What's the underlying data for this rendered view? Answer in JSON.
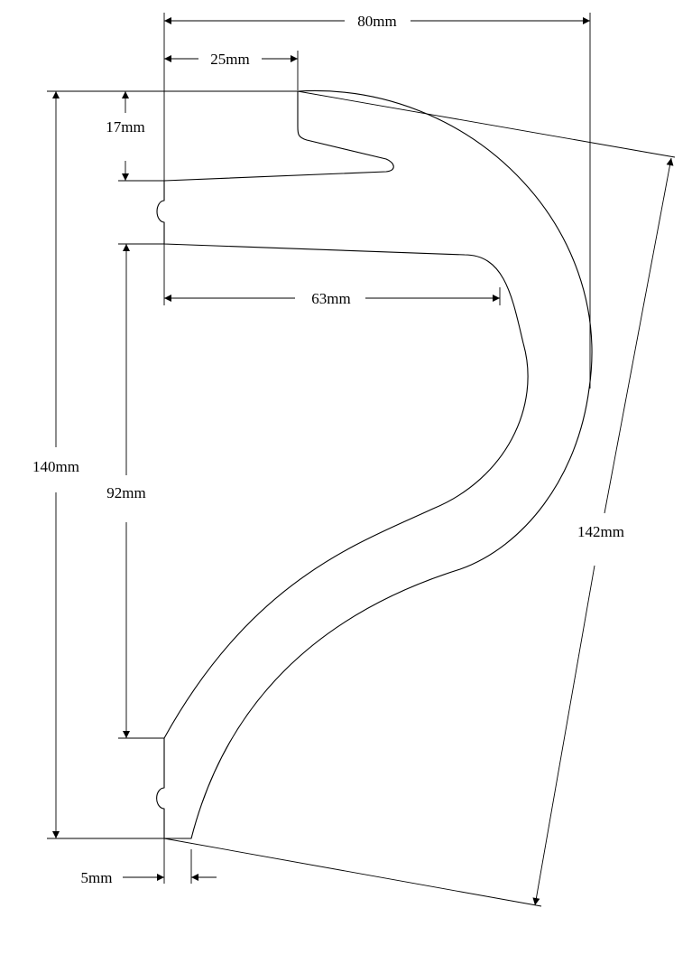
{
  "drawing": {
    "stroke_color": "#000000",
    "background": "#ffffff",
    "dimensions": {
      "overall_width": "80mm",
      "top_offset": "25mm",
      "top_gap": "17mm",
      "inner_width": "63mm",
      "overall_height": "140mm",
      "inner_height": "92mm",
      "diagonal_length": "142mm",
      "bottom_offset": "5mm"
    }
  }
}
